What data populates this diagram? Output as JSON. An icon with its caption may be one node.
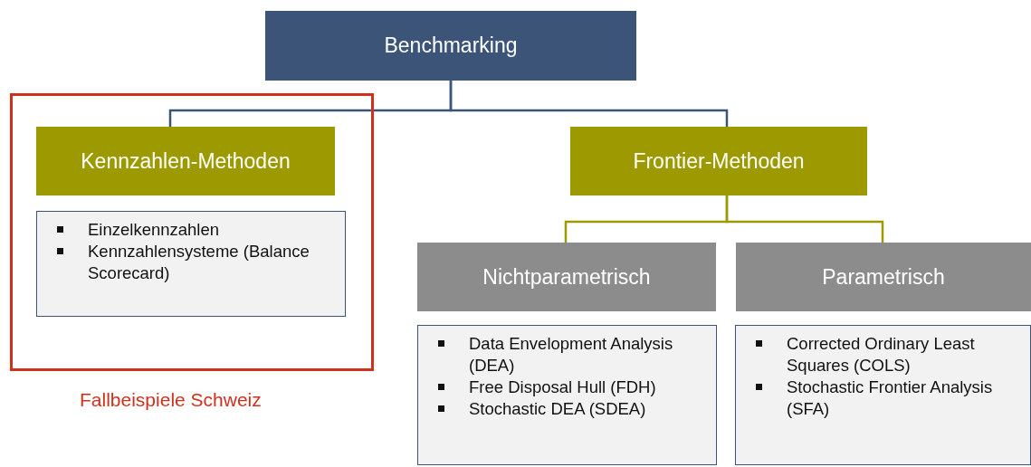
{
  "diagram": {
    "nodes": [
      {
        "text": [
          "Benchmarking"
        ]
      },
      {
        "text": [
          "Fallbeispiele Schweiz"
        ]
      },
      {
        "text": [
          "Kennzahlen-Methoden"
        ],
        "in": 1
      },
      {
        "text": [
          "Einzelkennzahlen",
          "Kennzahlensysteme (Balance Scorecard)"
        ],
        "in": 1
      },
      {
        "text": [
          "Frontier-Methoden"
        ]
      },
      {
        "text": [
          "Nichtparametrisch"
        ]
      },
      {
        "text": [
          "Parametrisch"
        ]
      },
      {
        "text": [
          "Data Envelopment Analysis (DEA)",
          "Free Disposal Hull (FDH)",
          "Stochastic DEA (SDEA)"
        ]
      },
      {
        "text": [
          "Corrected Ordinary Least Squares (COLS)",
          "Stochastic Frontier Analysis (SFA)"
        ]
      }
    ],
    "edges": [
      {
        "from": 0,
        "to": 2,
        "arrow": "none"
      },
      {
        "from": 0,
        "to": 4,
        "arrow": "none"
      },
      {
        "from": 4,
        "to": 5,
        "arrow": "none",
        "color": "#9c9a00"
      },
      {
        "from": 4,
        "to": 6,
        "arrow": "none",
        "color": "#9c9a00"
      }
    ]
  }
}
